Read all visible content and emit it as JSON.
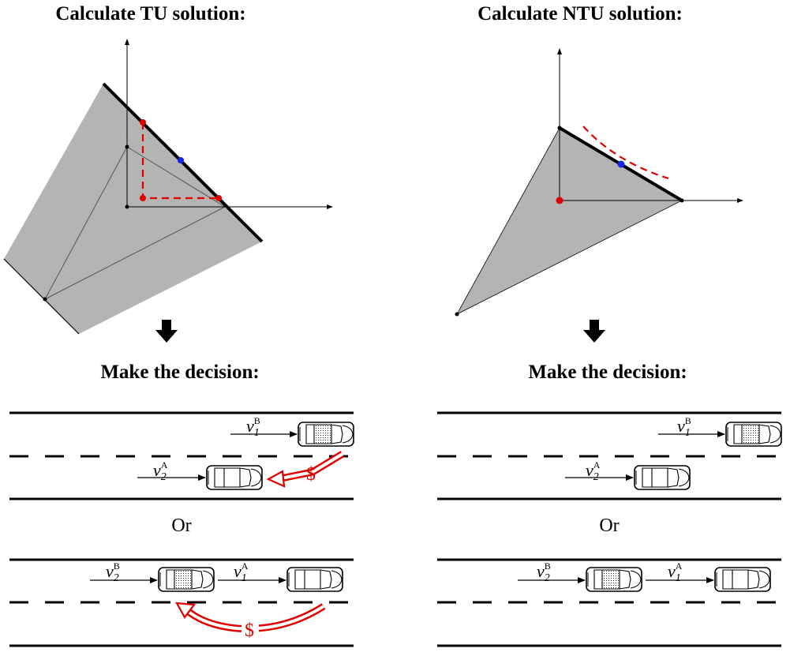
{
  "titles": {
    "tu": "Calculate TU solution:",
    "ntu": "Calculate NTU solution:",
    "decision_left": "Make the decision:",
    "decision_right": "Make the decision:"
  },
  "or_label": "Or",
  "velocity": {
    "v1B": {
      "base": "v",
      "sub": "1",
      "sup": "B"
    },
    "v2A": {
      "base": "v",
      "sub": "2",
      "sup": "A"
    },
    "v2B": {
      "base": "v",
      "sub": "2",
      "sup": "B"
    },
    "v1A": {
      "base": "v",
      "sub": "1",
      "sup": "A"
    }
  },
  "transfer_symbol": "$",
  "colors": {
    "region_fill": "#b4b4b4",
    "boundary": "#000000",
    "red": "#e00000",
    "blue": "#1428e6",
    "arrow": "#000000"
  },
  "icons": {
    "down_arrow": "down-arrow-icon",
    "car_plain": "car-icon",
    "car_dotted": "car-dotted-icon"
  }
}
